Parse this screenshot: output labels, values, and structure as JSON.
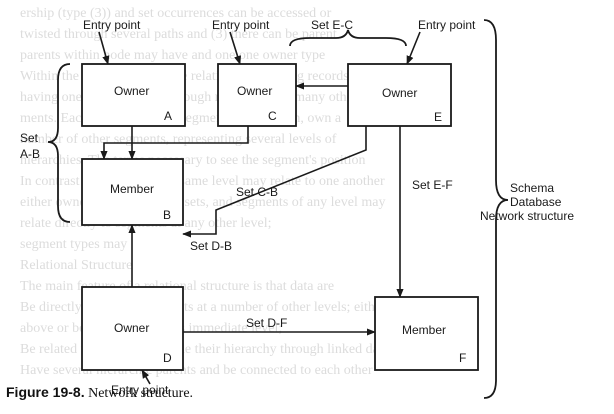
{
  "background_lines": [
    "ership (type (3)) and set occurrences can be accessed or",
    "twisted through several paths and (3) there can be parent",
    "parents within node may have and one one owner type",
    "Within the network model the relationships among records",
    "having one segment own (through multiple sets) many other seg-",
    "ments. Each of these owned segments may in turn, own a",
    "number of other segments, representing several levels of",
    "hierarchies. The terms necessary to see the segment's position",
    "In contrast with types in the same level may relate to one another",
    "either owners or members of sets, and segments of any level may",
    "relate directly to segments at any other level;",
    "segment types may",
    "Relational Structure",
    "The main feature of a relational structure is that data are",
    "Be directly related to segments at a number of other levels; either",
    "above or below the segment's immediate level;",
    "Be related to segments outside their hierarchy through linked data",
    "Have several hierarchic parents and be connected to each other"
  ],
  "nodes": [
    {
      "id": "owner_a",
      "label": "Owner",
      "letter": "A"
    },
    {
      "id": "owner_c",
      "label": "Owner",
      "letter": "C"
    },
    {
      "id": "owner_e",
      "label": "Owner",
      "letter": "E"
    },
    {
      "id": "member_b",
      "label": "Member",
      "letter": "B"
    },
    {
      "id": "owner_d",
      "label": "Owner",
      "letter": "D"
    },
    {
      "id": "member_f",
      "label": "Member",
      "letter": "F"
    }
  ],
  "labels": {
    "entry_point": "Entry point",
    "set_ec": "Set E-C",
    "set_ab": [
      "Set",
      "A-B"
    ],
    "set_cb": "Set C-B",
    "set_db": "Set D-B",
    "set_ef": "Set E-F",
    "set_df": "Set D-F",
    "schema": [
      "Schema",
      "Database",
      "Network structure"
    ]
  },
  "caption": {
    "figure": "Figure 19-8.",
    "text": "Network structure."
  },
  "colors": {
    "ink": "#1a1a1a",
    "bleed": "#dcdcdc"
  }
}
